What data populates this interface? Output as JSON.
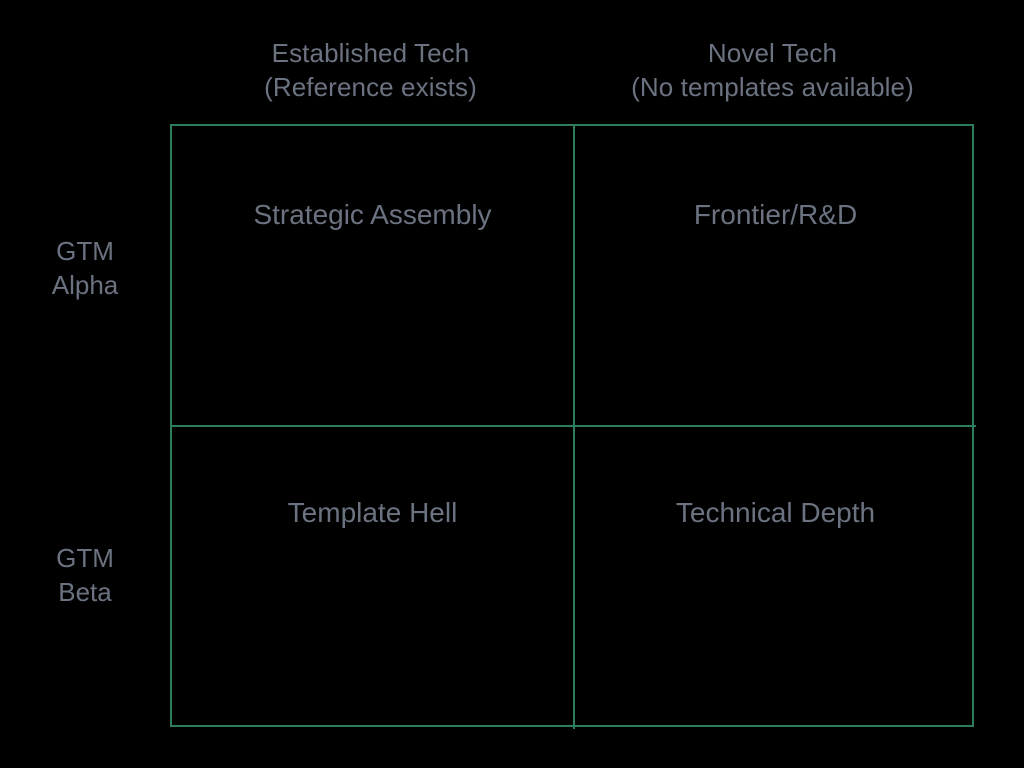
{
  "chart_data": {
    "type": "table",
    "title": "",
    "subtitle": "",
    "xlabel": "",
    "ylabel": "",
    "grid": true,
    "legend": "none",
    "columns": [
      {
        "id": "established-tech",
        "line1": "Established Tech",
        "line2": "(Reference exists)"
      },
      {
        "id": "novel-tech",
        "line1": "Novel Tech",
        "line2": "(No templates available)"
      }
    ],
    "rows": [
      {
        "id": "gtm-alpha",
        "line1": "GTM",
        "line2": "Alpha"
      },
      {
        "id": "gtm-beta",
        "line1": "GTM",
        "line2": "Beta"
      }
    ],
    "cells": [
      {
        "row": "gtm-alpha",
        "column": "established-tech",
        "label": "Strategic Assembly"
      },
      {
        "row": "gtm-alpha",
        "column": "novel-tech",
        "label": "Frontier/R&D"
      },
      {
        "row": "gtm-beta",
        "column": "established-tech",
        "label": "Template Hell"
      },
      {
        "row": "gtm-beta",
        "column": "novel-tech",
        "label": "Technical Depth"
      }
    ]
  },
  "colors": {
    "background": "#000000",
    "grid_line": "#2e7d5b",
    "text": "#6b7280"
  }
}
